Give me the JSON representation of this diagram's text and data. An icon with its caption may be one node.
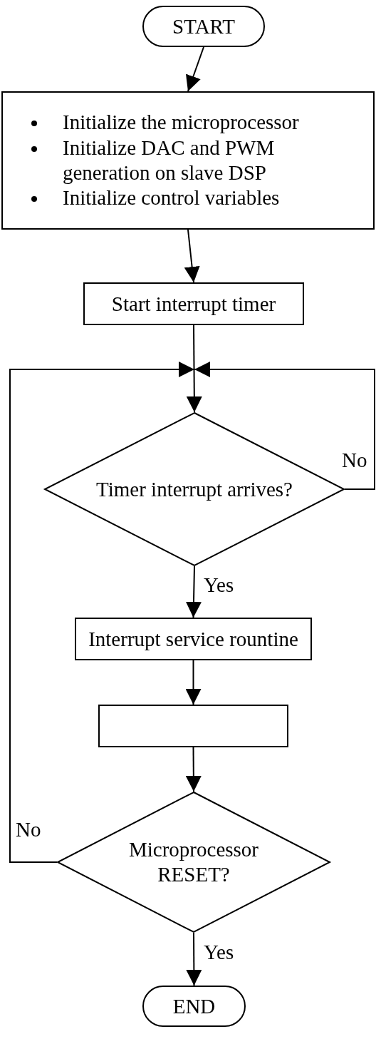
{
  "diagram": {
    "nodes": [
      {
        "text": [
          "START"
        ]
      },
      {
        "text": [
          "Initialize the microprocessor",
          "Initialize DAC and PWM generation on slave DSP",
          "Initialize control variables"
        ]
      },
      {
        "text": [
          "Start interrupt timer"
        ]
      },
      {
        "text": [
          "Timer interrupt arrives?"
        ]
      },
      {
        "text": [
          "Interrupt service rountine"
        ]
      },
      {
        "text": [],
        "shape": "box"
      },
      {
        "text": [
          "Microprocessor RESET?"
        ]
      },
      {
        "text": [
          "END"
        ]
      }
    ],
    "edges": [
      {
        "from": 0,
        "to": 1,
        "arrow": "to"
      },
      {
        "from": 1,
        "to": 2,
        "arrow": "to"
      },
      {
        "from": 2,
        "to": 3,
        "arrow": "to"
      },
      {
        "from": 3,
        "to": 3,
        "arrow": "to",
        "label": "No"
      },
      {
        "from": 3,
        "to": 4,
        "arrow": "to",
        "label": "Yes"
      },
      {
        "from": 4,
        "to": 5,
        "arrow": "to"
      },
      {
        "from": 5,
        "to": 6,
        "arrow": "to"
      },
      {
        "from": 6,
        "to": 3,
        "arrow": "to",
        "label": "No"
      },
      {
        "from": 6,
        "to": 7,
        "arrow": "to",
        "label": "Yes"
      }
    ]
  }
}
